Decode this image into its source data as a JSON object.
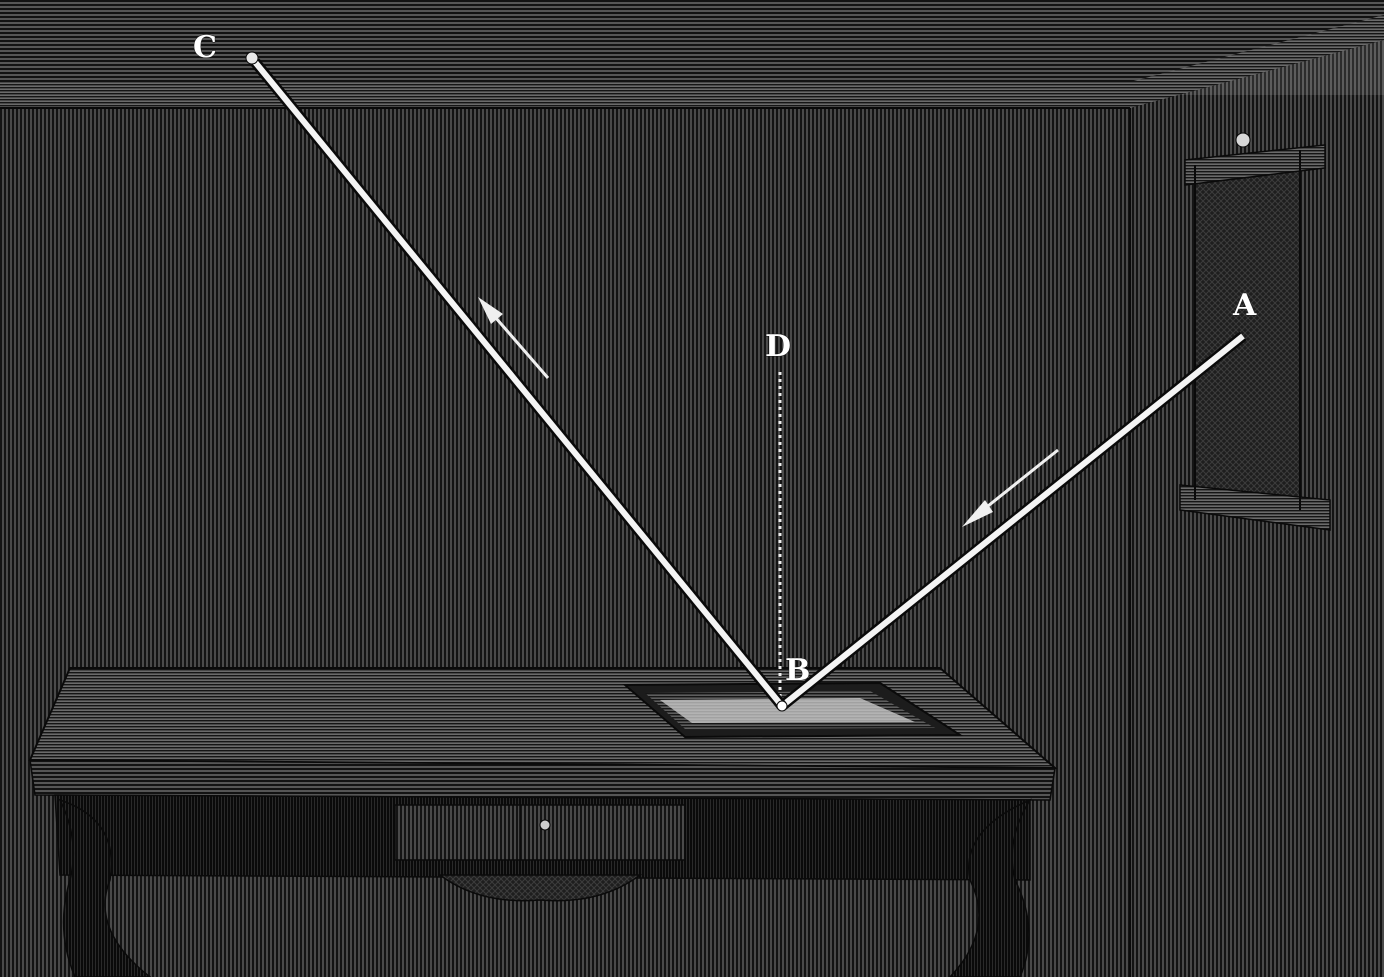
{
  "diagram": {
    "labels": {
      "a": "A",
      "b": "B",
      "c": "C",
      "d": "D"
    },
    "colors": {
      "paper": "#ffffff",
      "ink": "#1a1a1a",
      "wall": "#3a3a3a",
      "ceiling": "#2e2e2e",
      "table_top": "#2a2a2a",
      "beam": "#f4f4f4"
    }
  }
}
